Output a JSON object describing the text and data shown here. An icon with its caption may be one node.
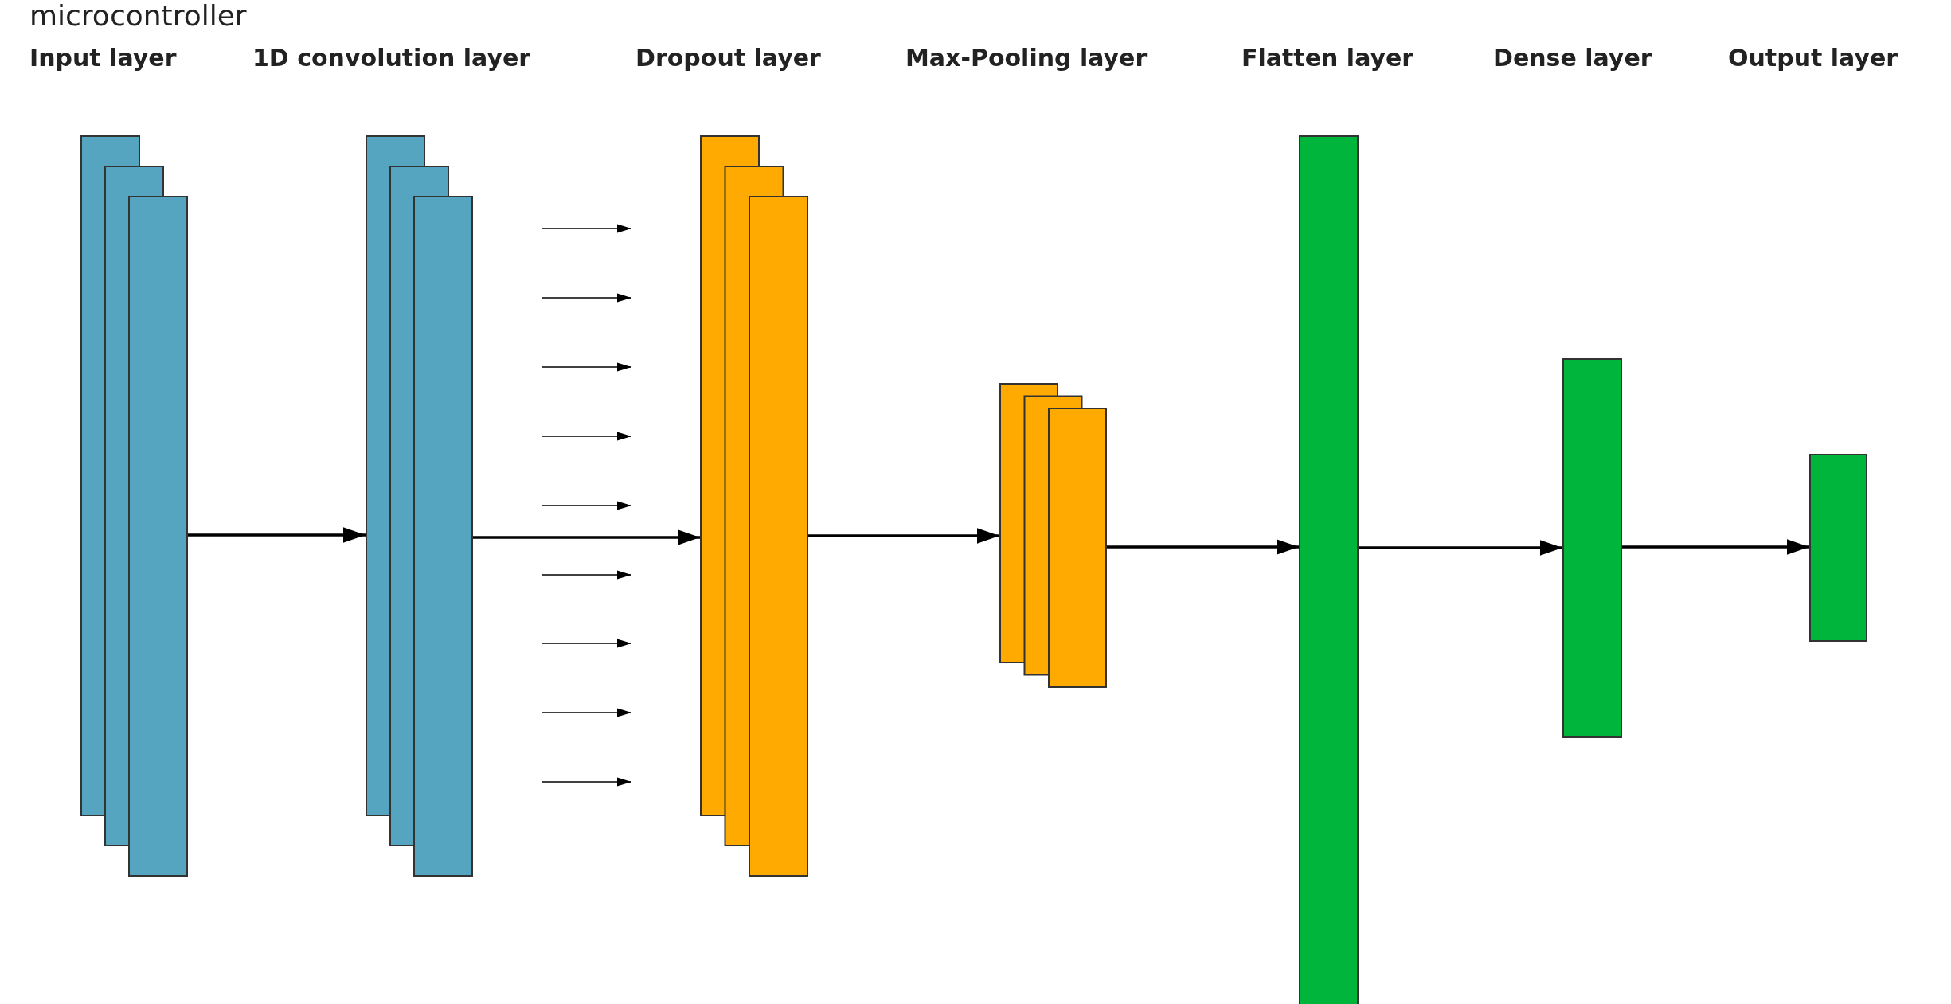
{
  "diagram": {
    "title": "microcontroller",
    "nodes": [
      {
        "text": [],
        "shape": "box"
      },
      {
        "text": [],
        "shape": "box"
      },
      {
        "text": [],
        "shape": "box"
      },
      {
        "text": [],
        "shape": "box"
      },
      {
        "text": [],
        "shape": "box"
      },
      {
        "text": [],
        "shape": "box"
      },
      {
        "text": [],
        "shape": "box"
      }
    ],
    "edges": [
      {
        "from": 0,
        "to": 1,
        "arrow": "to"
      },
      {
        "from": 1,
        "to": 2,
        "arrow": "to"
      },
      {
        "from": 2,
        "to": 3,
        "arrow": "to"
      },
      {
        "from": 3,
        "to": 4,
        "arrow": "to"
      },
      {
        "from": 4,
        "to": 5,
        "arrow": "to"
      },
      {
        "from": 5,
        "to": 6,
        "arrow": "to"
      }
    ],
    "labels": [
      "Input layer",
      "1D convolution layer",
      "Dropout layer",
      "Max-Pooling layer",
      "Flatten layer",
      "Dense layer",
      "Output layer"
    ]
  }
}
